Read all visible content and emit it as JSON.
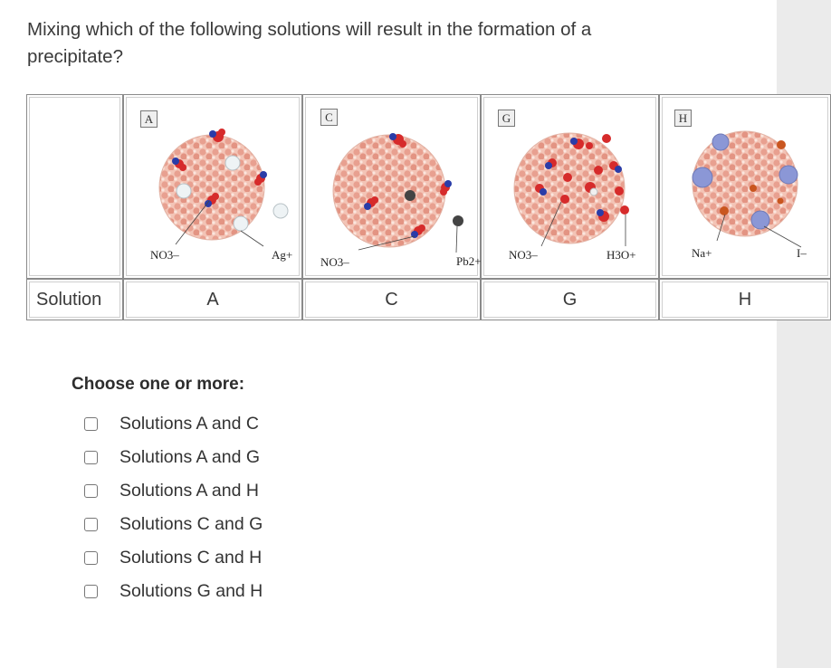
{
  "question": "Mixing which of the following solutions will result in the formation of a precipitate?",
  "table": {
    "row_header": "Solution",
    "solutions": [
      {
        "tag": "A",
        "name": "A",
        "ions": [
          "NO3–",
          "Ag+"
        ]
      },
      {
        "tag": "C",
        "name": "C",
        "ions": [
          "NO3–",
          "Pb2+"
        ]
      },
      {
        "tag": "G",
        "name": "G",
        "ions": [
          "NO3–",
          "H3O+"
        ]
      },
      {
        "tag": "H",
        "name": "H",
        "ions": [
          "Na+",
          "I–"
        ]
      }
    ]
  },
  "choose_label": "Choose one or more:",
  "options": [
    "Solutions A and C",
    "Solutions A and G",
    "Solutions A and H",
    "Solutions C and G",
    "Solutions C and H",
    "Solutions G and H"
  ],
  "colors": {
    "water": "#e8a090",
    "water_dark": "#d98878",
    "nitrate_red": "#d62b2b",
    "nitrate_blue": "#2a3ca8",
    "silver": "#e8eef0",
    "lead": "#444444",
    "hydronium": "#f0f0f0",
    "sodium": "#8b97d6",
    "iodide": "#c9561f"
  }
}
